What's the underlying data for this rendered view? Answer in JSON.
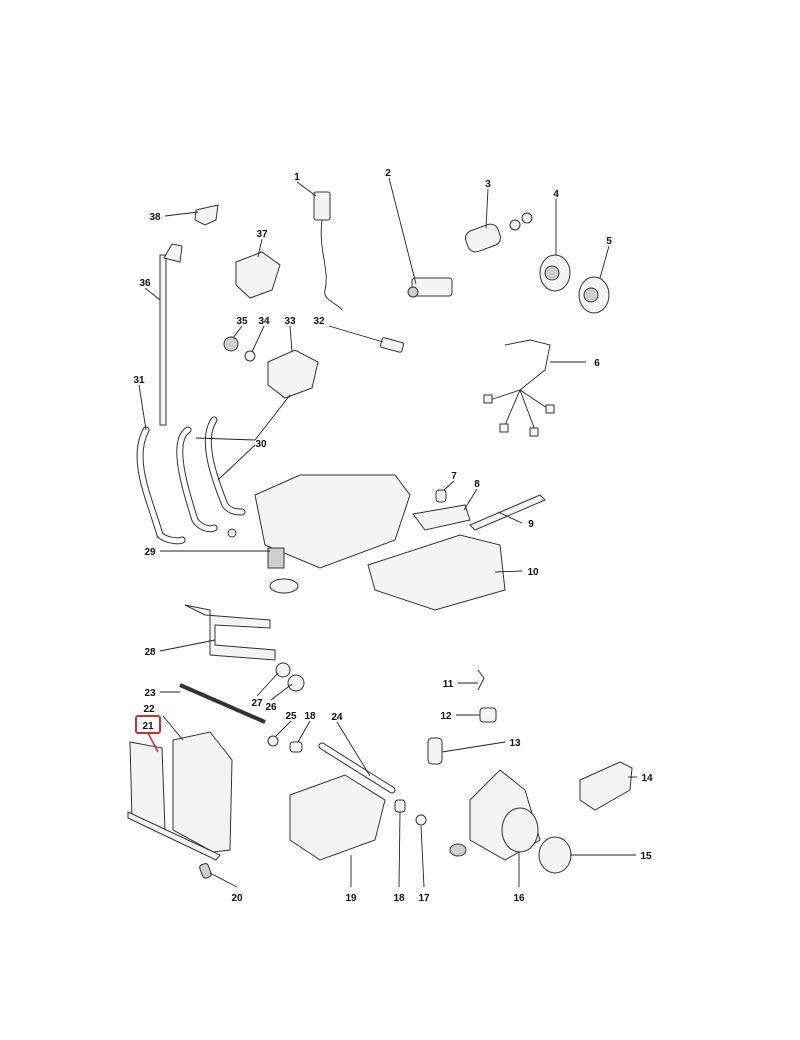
{
  "diagram": {
    "highlight_color": "#d42a2a",
    "highlighted_part": "21",
    "callouts": {
      "c1": "1",
      "c2": "2",
      "c3": "3",
      "c4": "4",
      "c5": "5",
      "c6": "6",
      "c7": "7",
      "c8": "8",
      "c9": "9",
      "c10": "10",
      "c11": "11",
      "c12": "12",
      "c13": "13",
      "c14": "14",
      "c15": "15",
      "c16": "16",
      "c17": "17",
      "c18a": "18",
      "c18b": "18",
      "c19": "19",
      "c20": "20",
      "c21": "21",
      "c22": "22",
      "c23": "23",
      "c24": "24",
      "c25": "25",
      "c26": "26",
      "c27": "27",
      "c28": "28",
      "c29": "29",
      "c30": "30",
      "c31": "31",
      "c32": "32",
      "c33": "33",
      "c34": "34",
      "c35": "35",
      "c36": "36",
      "c37": "37",
      "c38": "38"
    }
  }
}
